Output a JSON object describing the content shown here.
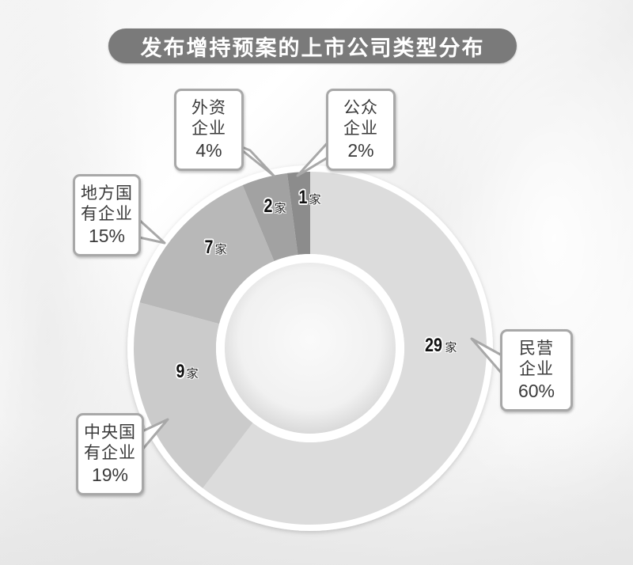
{
  "title": "发布增持预案的上市公司类型分布",
  "unit": "家",
  "segments": [
    {
      "name_line1": "民营",
      "name_line2": "企业",
      "name": "民营企业",
      "count": "29",
      "percent": "60%",
      "color": "#dcdcdc"
    },
    {
      "name_line1": "中央国",
      "name_line2": "有企业",
      "name": "中央国有企业",
      "count": "9",
      "percent": "19%",
      "color": "#cbcbcb"
    },
    {
      "name_line1": "地方国",
      "name_line2": "有企业",
      "name": "地方国有企业",
      "count": "7",
      "percent": "15%",
      "color": "#b8b8b8"
    },
    {
      "name_line1": "外资",
      "name_line2": "企业",
      "name": "外资企业",
      "count": "2",
      "percent": "4%",
      "color": "#a2a2a2"
    },
    {
      "name_line1": "公众",
      "name_line2": "企业",
      "name": "公众企业",
      "count": "1",
      "percent": "2%",
      "color": "#8c8c8c"
    }
  ],
  "chart_data": {
    "type": "pie",
    "subtype": "donut",
    "title": "发布增持预案的上市公司类型分布",
    "categories": [
      "民营企业",
      "中央国有企业",
      "地方国有企业",
      "外资企业",
      "公众企业"
    ],
    "values": [
      29,
      9,
      7,
      2,
      1
    ],
    "percentages": [
      60,
      19,
      15,
      4,
      2
    ],
    "value_unit": "家",
    "start_angle_deg": 0,
    "direction": "clockwise",
    "labels_outside": [
      "民营企业 60%",
      "中央国有企业 19%",
      "地方国有企业 15%",
      "外资企业 4%",
      "公众企业 2%"
    ],
    "labels_inside": [
      "29家",
      "9家",
      "7家",
      "2家",
      "1家"
    ],
    "legend": "none (callout boxes)"
  }
}
